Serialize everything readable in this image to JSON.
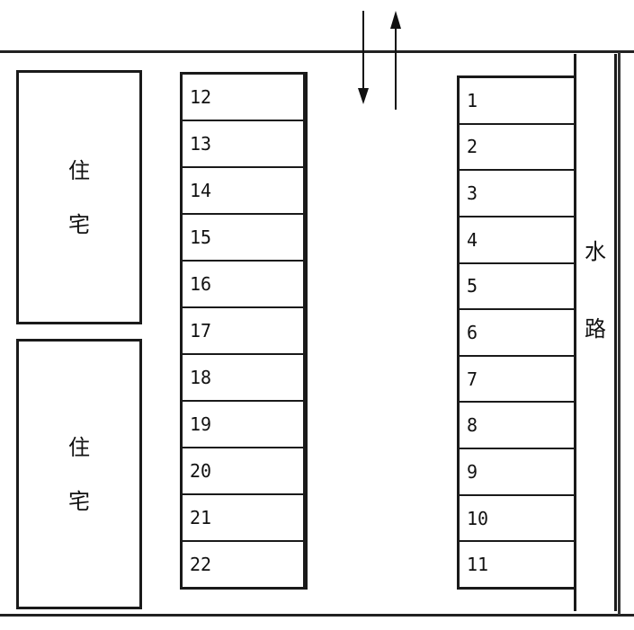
{
  "houses": [
    {
      "chars": [
        "住",
        "宅"
      ]
    },
    {
      "chars": [
        "住",
        "宅"
      ]
    }
  ],
  "left_column": {
    "spaces": [
      "12",
      "13",
      "14",
      "15",
      "16",
      "17",
      "18",
      "19",
      "20",
      "21",
      "22"
    ]
  },
  "right_column": {
    "spaces": [
      "1",
      "2",
      "3",
      "4",
      "5",
      "6",
      "7",
      "8",
      "9",
      "10",
      "11"
    ]
  },
  "waterway": {
    "chars": [
      "水",
      "路"
    ]
  },
  "entrance": {
    "icons": [
      "arrow-down-icon",
      "arrow-up-icon"
    ]
  },
  "colors": {
    "line": "#1a1a1a",
    "background": "#ffffff"
  }
}
